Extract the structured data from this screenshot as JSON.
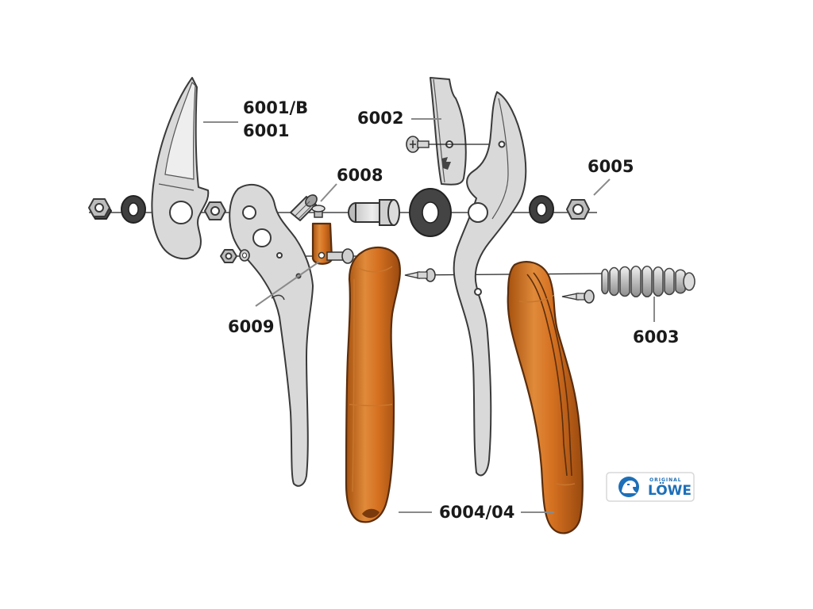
{
  "labels": {
    "blade": "6001/B",
    "blade_alt": "6001",
    "anvil": "6002",
    "spring": "6003",
    "grips": "6004/04",
    "nut": "6005",
    "pin": "6008",
    "lock": "6009"
  },
  "logo": {
    "tagline": "ORIGINAL",
    "brand": "LÖWE",
    "icon": "lion-icon"
  },
  "colors": {
    "grip": "#d9721f",
    "metal": "#d9d9d9",
    "logo_blue": "#1d6fb8"
  }
}
